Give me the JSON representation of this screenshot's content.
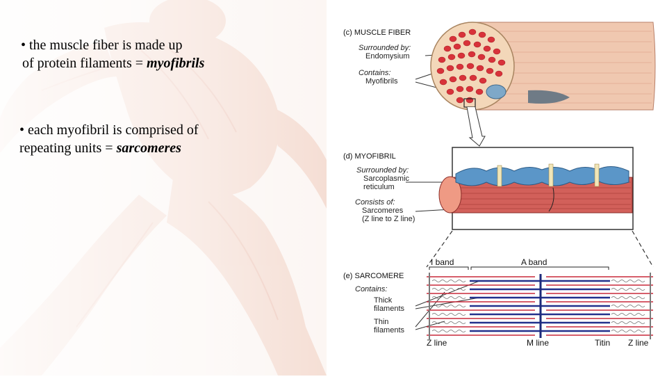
{
  "bullets": [
    {
      "line1": "• the muscle fiber is made up",
      "line2_prefix": "of protein filaments =  ",
      "line2_em": "myofibrils"
    },
    {
      "line1": "• each myofibril is comprised of",
      "line2_prefix": "repeating units = ",
      "line2_em": "sarcomeres"
    }
  ],
  "diagram": {
    "fiber": {
      "heading": "(c) MUSCLE FIBER",
      "surrounded_label": "Surrounded by:",
      "surrounded_value": "Endomysium",
      "contains_label": "Contains:",
      "contains_value": "Myofibrils"
    },
    "myofibril": {
      "heading": "(d) MYOFIBRIL",
      "surrounded_label": "Surrounded by:",
      "surrounded_value1": "Sarcoplasmic",
      "surrounded_value2": "reticulum",
      "consists_label": "Consists of:",
      "consists_value1": "Sarcomeres",
      "consists_value2": "(Z line to Z line)"
    },
    "sarcomere": {
      "heading": "(e) SARCOMERE",
      "contains_label": "Contains:",
      "thick1": "Thick",
      "thick2": "filaments",
      "thin1": "Thin",
      "thin2": "filaments",
      "i_band": "I band",
      "a_band": "A band",
      "z_line_left": "Z line",
      "m_line": "M line",
      "titin": "Titin",
      "z_line_right": "Z line"
    }
  },
  "colors": {
    "fiber_red": "#d8323a",
    "fiber_tan": "#f3d7b9",
    "sr_blue": "#5b96c8",
    "myofibril_red": "#d2605a",
    "thick_blue": "#22308c",
    "thin_red": "#c8283a",
    "background_figure": "#efc8b8"
  }
}
